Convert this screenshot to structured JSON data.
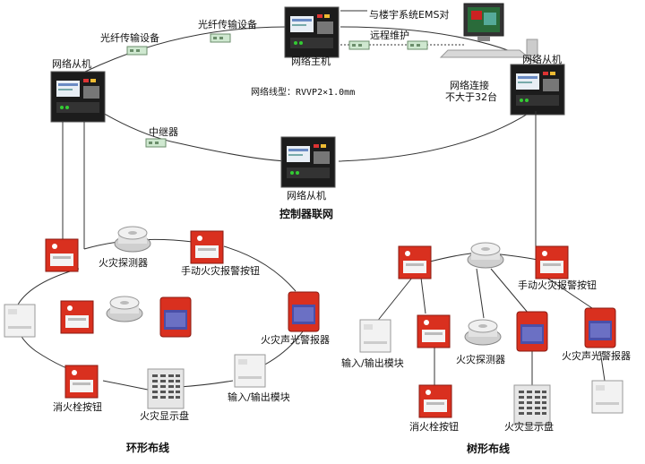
{
  "labels": {
    "fiber_left": "光纤传输设备",
    "fiber_right": "光纤传输设备",
    "host": "网络主机",
    "ems": "与楼宇系统EMS对",
    "remote": "远程维护",
    "slave_left": "网络从机",
    "slave_right": "网络从机",
    "net_line": "网络线型：RVVP2×1.0mm",
    "net_conn": "网络连接",
    "max_count": "不大于32台",
    "repeater": "中继器",
    "slave_center": "网络从机",
    "networking": "控制器联网",
    "ring_smoke": "火灾探测器",
    "ring_manual": "手动火灾报警按钮",
    "ring_alarm": "火灾声光警报器",
    "ring_io": "输入/输出模块",
    "ring_display": "火灾显示盘",
    "ring_hydrant": "消火栓按钮",
    "ring_title": "环形布线",
    "tree_manual": "手动火灾报警按钮",
    "tree_io": "输入/输出模块",
    "tree_smoke": "火灾探测器",
    "tree_alarm": "火灾声光警报器",
    "tree_hydrant": "消火栓按钮",
    "tree_display": "火灾显示盘",
    "tree_title": "树形布线"
  },
  "colors": {
    "red_device": "#d9301f",
    "panel_dark": "#1c1c1c",
    "line": "#333333",
    "fiber_box": "#cfe8d0"
  }
}
